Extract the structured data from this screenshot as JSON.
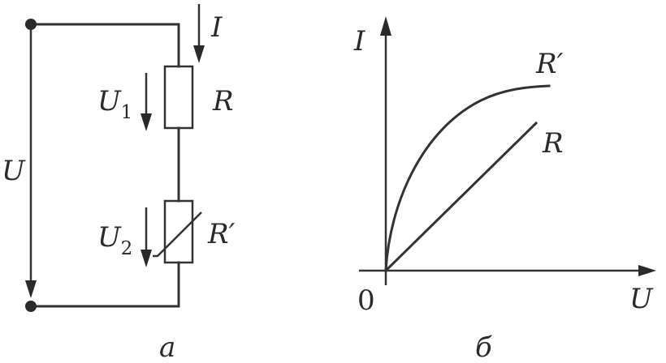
{
  "circuit": {
    "current_label": "I",
    "resistor_label": "R",
    "nonlinear_resistor_label": "R′",
    "voltage_total_label": "U",
    "voltage_1_label": "U",
    "voltage_1_sub": "1",
    "voltage_2_label": "U",
    "voltage_2_sub": "2",
    "caption": "а"
  },
  "graph": {
    "y_axis_label": "I",
    "x_axis_label": "U",
    "origin_label": "0",
    "curve_nonlinear_label": "R′",
    "line_linear_label": "R",
    "caption": "б"
  },
  "colors": {
    "ink": "#333333"
  }
}
